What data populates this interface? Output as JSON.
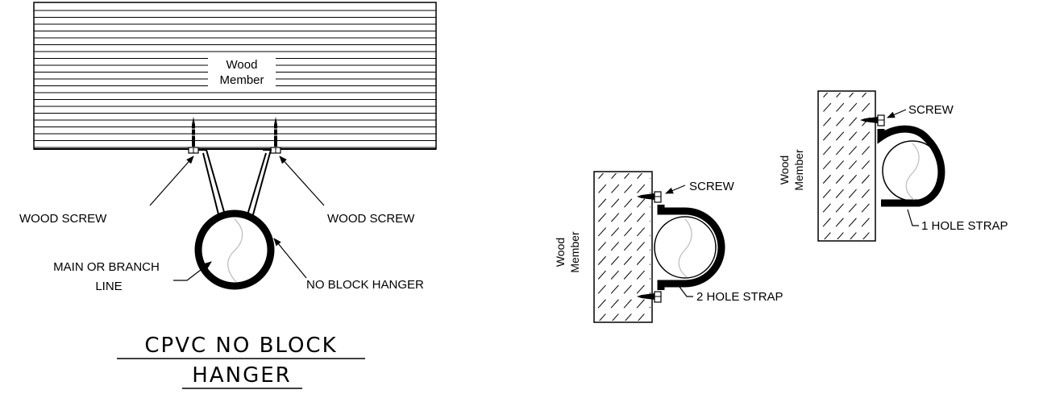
{
  "hanger_detail": {
    "wood_label_line1": "Wood",
    "wood_label_line2": "Member",
    "left_screw_label": "WOOD SCREW",
    "right_screw_label": "WOOD SCREW",
    "pipe_label_line1": "MAIN OR BRANCH",
    "pipe_label_line2": "LINE",
    "hanger_label": "NO BLOCK HANGER",
    "title_line1": "CPVC NO BLOCK",
    "title_line2": "HANGER"
  },
  "two_hole_strap_detail": {
    "wood_label_line1": "Wood",
    "wood_label_line2": "Member",
    "screw_label": "SCREW",
    "strap_label": "2 HOLE STRAP"
  },
  "one_hole_strap_detail": {
    "wood_label_line1": "Wood",
    "wood_label_line2": "Member",
    "screw_label": "SCREW",
    "strap_label": "1 HOLE STRAP"
  }
}
